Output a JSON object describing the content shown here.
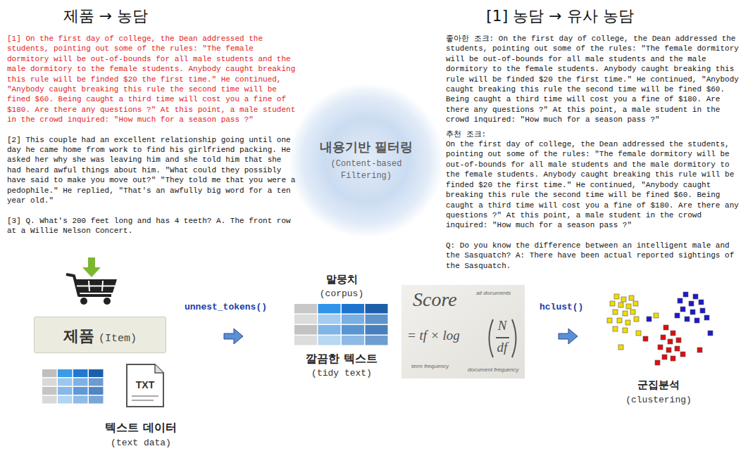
{
  "diagram": {
    "nodes": [
      {
        "text": [
          "제품",
          "(Item)"
        ]
      },
      {
        "text": [
          "내용기반 필터링",
          "(Content-based Filtering)"
        ]
      }
    ],
    "labels": [
      "제품 → 농담",
      "[1] 농담 → 유사 농담",
      "[1] On the first day of college, the Dean addressed the students, pointing out some of the rules: \"The female dormitory will be out-of-bounds for all male students and the male dormitory to the female students. Anybody caught breaking this rule will be finded $20 the first time.\" He continued, \"Anybody caught breaking this rule the second time will be fined $60. Being caught a third time will cost you a fine of $180. Are there any questions ?\" At this point, a male student in the crowd inquired: \"How much for a season pass ?\"",
      "[2] This couple had an excellent relationship going until one day he came home from work to find his girlfriend packing. He asked her why she was leaving him and she told him that she had heard awful things about him. \"What could they possibly have said to make you move out?\" \"They told me that you were a pedophile.\" He replied, \"That's an awfully big word for a ten year old.\"",
      "[3] Q. What's 200 feet long and has 4 teeth? A. The front row at a Willie Nelson Concert.",
      "좋아한 조크: On the first day of college, the Dean addressed the students, pointing out some of the rules: \"The female dormitory will be out-of-bounds for all male students and the male dormitory to the female students. Anybody caught breaking this rule will be finded $20 the first time.\" He continued, \"Anybody caught breaking this rule the second time will be fined $60. Being caught a third time will cost you a fine of $180. Are there any questions ?\" At this point, a male student in the crowd inquired: \"How much for a season pass ?\"",
      "추천 조크:",
      "On the first day of college, the Dean addressed the students, pointing out some of the rules: \"The female dormitory will be out-of-bounds for all male students and the male dormitory to the female students. Anybody caught breaking this rule will be finded $20 the first time.\" He continued, \"Anybody caught breaking this rule the second time will be fined $60. Being caught a third time will cost you a fine of $180. Are there any questions ?\" At this point, a male student in the crowd inquired: \"How much for a season pass ?\"",
      "Q: Do you know the difference between an intelligent male and the Sasquatch? A: There have been actual reported sightings of the Sasquatch.",
      "TXT",
      "텍스트 데이터",
      "(text data)",
      "unnest_tokens()",
      "말뭉치",
      "(corpus)",
      "깔끔한 텍스트",
      "(tidy text)",
      "Score",
      "= tf × log",
      "N",
      "df",
      "all documents",
      "term frequency",
      "document frequency",
      "hclust()",
      "군집분석",
      "(clustering)"
    ]
  }
}
